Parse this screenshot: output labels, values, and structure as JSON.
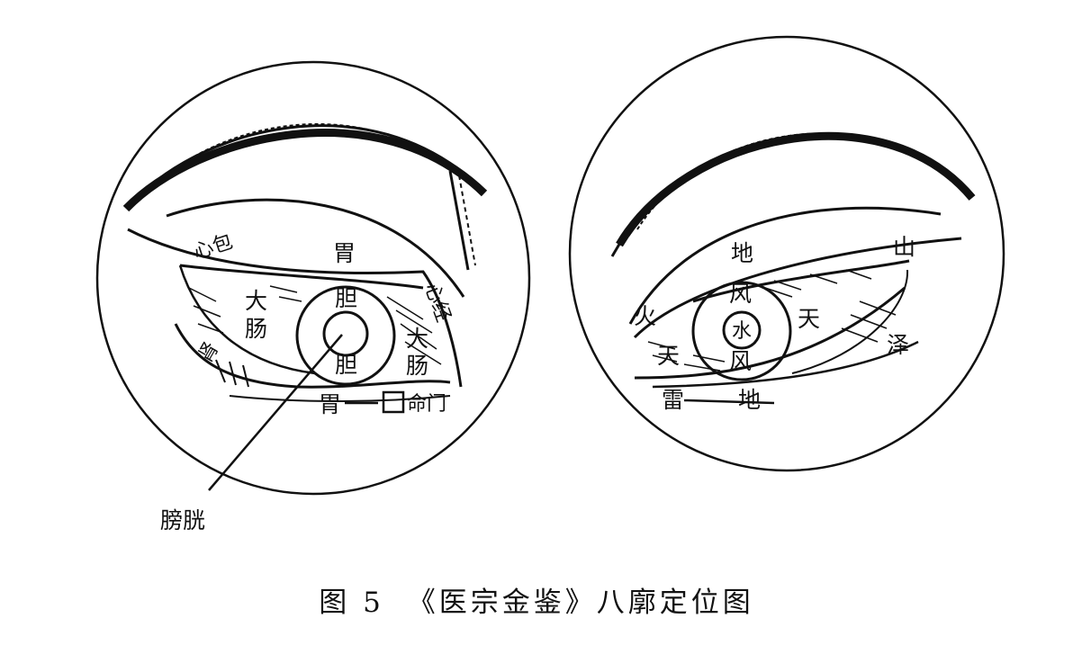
{
  "left_eye": {
    "labels": {
      "wei_top": "胃",
      "dachang_left_1": "大",
      "dachang_left_2": "肠",
      "dan_top": "胆",
      "dan_bottom": "胆",
      "dachang_right_1": "大",
      "dachang_right_2": "肠",
      "wei_bottom": "胃",
      "pangguang": "膀胱",
      "rot_left_top": "心包",
      "rot_right_top": "心经",
      "rot_left_bottom": "肾",
      "rot_bottom_right": "命门"
    }
  },
  "right_eye": {
    "labels": {
      "di_top": "地",
      "shan": "山",
      "huo": "火",
      "feng_top": "风",
      "shui": "水",
      "tian_right": "天",
      "tian_left": "天",
      "feng_bottom": "风",
      "ze": "泽",
      "lei": "雷",
      "di_bottom": "地"
    }
  },
  "caption": {
    "figure_no": "图 5",
    "title": "《医宗金鉴》八廓定位图"
  }
}
